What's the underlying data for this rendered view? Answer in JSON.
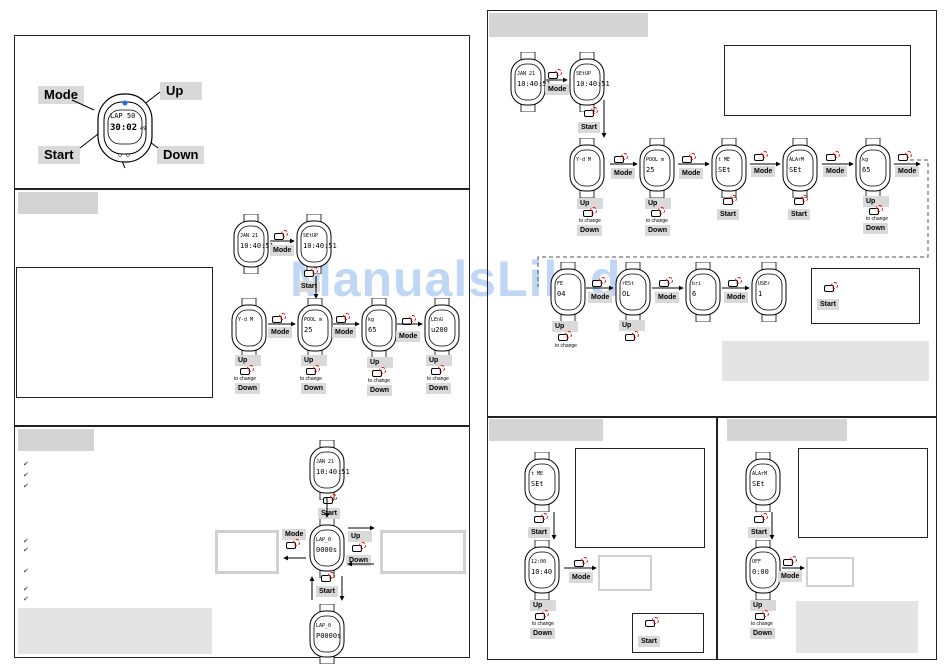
{
  "overview": {
    "mode": "Mode",
    "up": "Up",
    "start": "Start",
    "down": "Down",
    "lcd_top": "LAP 50",
    "lcd_main": "30:02",
    "lcd_small": "49"
  },
  "labels": {
    "mode": "Mode",
    "start": "Start",
    "up": "Up",
    "down": "Down",
    "to_change": "to change"
  },
  "screens": {
    "date": [
      "JAN 21",
      "10:40:51"
    ],
    "setup": [
      "SEtUP",
      "10:40:51"
    ],
    "yd": [
      "Y-d M",
      ""
    ],
    "pool": [
      "POOL m",
      "25"
    ],
    "time": [
      "t ME",
      "SEt"
    ],
    "alarm": [
      "ALArM",
      "SEt"
    ],
    "kg": [
      "kg",
      "65"
    ],
    "leng": [
      "LEnG",
      "u200"
    ],
    "fe": [
      "FE",
      "04"
    ],
    "rest": [
      "rESt",
      "OL"
    ],
    "bri": [
      "bri",
      "6"
    ],
    "user": [
      "USEr",
      "1"
    ],
    "lap": [
      "LAP_0",
      "0000s"
    ],
    "lap_p": [
      "LAP_0",
      "P0000s"
    ],
    "time_set": [
      "12:00",
      "10:40"
    ],
    "alarm_set": [
      "OFF",
      "0:00"
    ]
  },
  "watermark": "ManualsLib.de"
}
